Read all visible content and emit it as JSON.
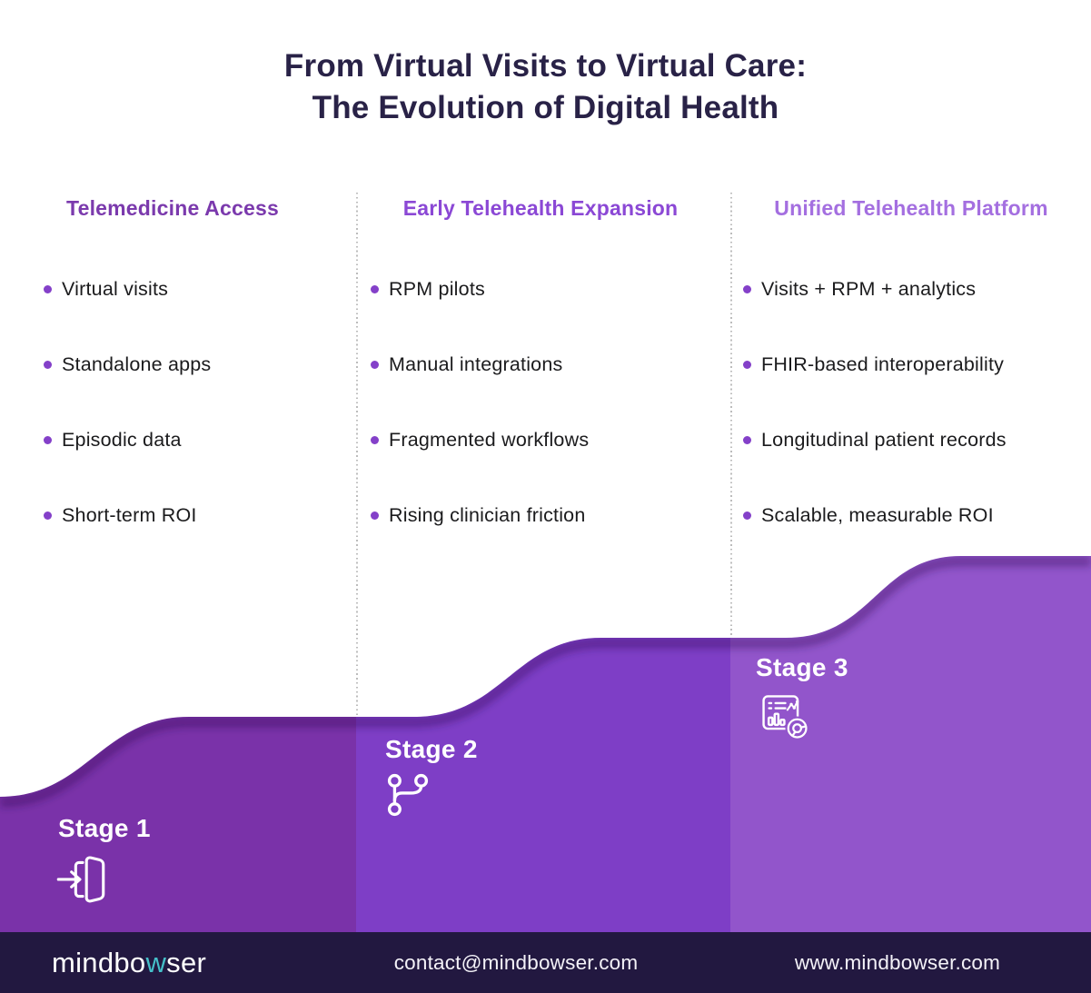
{
  "title": {
    "line1": "From Virtual Visits to Virtual Care:",
    "line2": "The Evolution of Digital Health"
  },
  "columns": [
    {
      "header": "Telemedicine Access",
      "header_color": "#7b3aad",
      "items": [
        "Virtual visits",
        "Standalone apps",
        "Episodic data",
        "Short-term ROI"
      ]
    },
    {
      "header": "Early Telehealth Expansion",
      "header_color": "#8b48d5",
      "items": [
        "RPM pilots",
        "Manual integrations",
        "Fragmented workflows",
        "Rising clinician friction"
      ]
    },
    {
      "header": "Unified Telehealth Platform",
      "header_color": "#a46fe0",
      "items": [
        "Visits + RPM + analytics",
        "FHIR-based interoperability",
        "Longitudinal patient records",
        "Scalable, measurable ROI"
      ]
    }
  ],
  "stages": [
    {
      "label": "Stage 1",
      "icon": "enter-door-icon",
      "panel_color": "#7a32a9"
    },
    {
      "label": "Stage 2",
      "icon": "git-branch-icon",
      "panel_color": "#7e3ec6"
    },
    {
      "label": "Stage 3",
      "icon": "analytics-dashboard-icon",
      "panel_color": "#9255cb"
    }
  ],
  "palette": {
    "title_color": "#292247",
    "body_text": "#1b1b1d",
    "bullet_dot": "#8440c9",
    "divider_dot": "#bcbcbc",
    "stage_text": "#ffffff",
    "wave_shadow": "#2a0a46"
  },
  "footer": {
    "background": "#221840",
    "logo": {
      "prefix": "mindbo",
      "highlight": "w",
      "suffix": "ser"
    },
    "highlight_color": "#45bfc9",
    "email": "contact@mindbowser.com",
    "website": "www.mindbowser.com"
  }
}
